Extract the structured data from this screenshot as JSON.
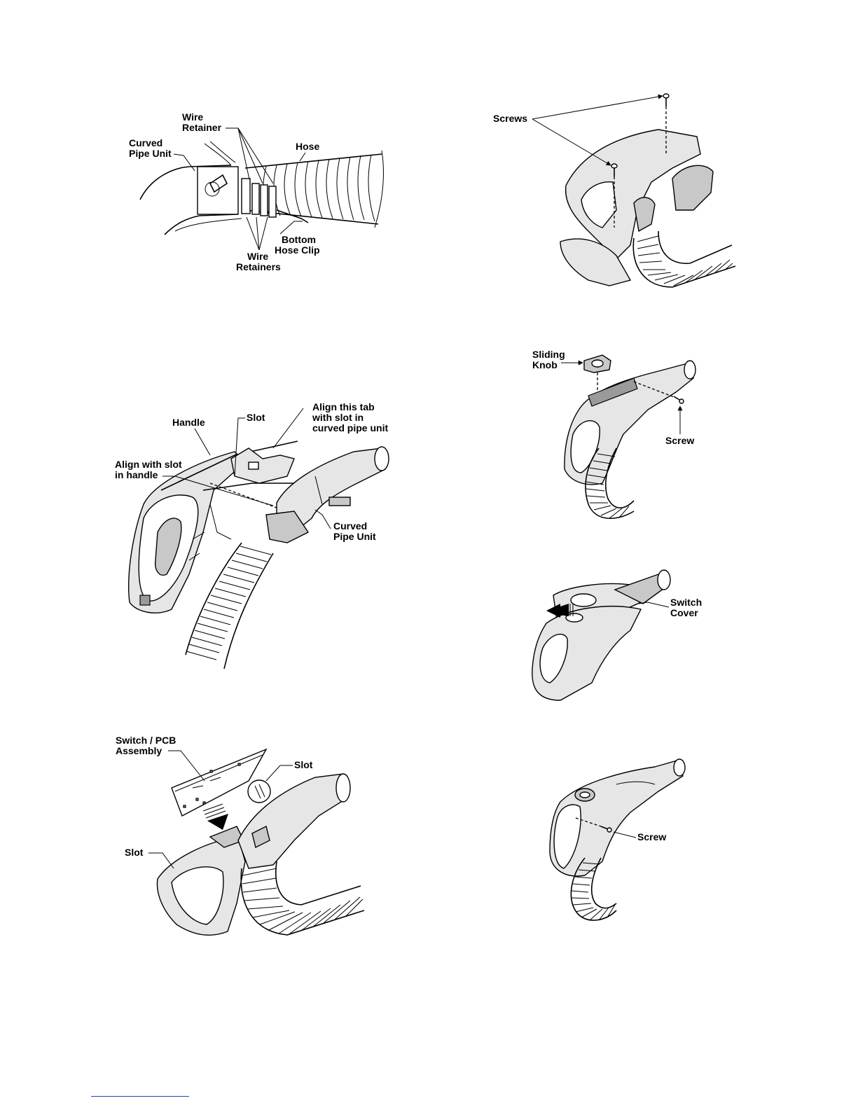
{
  "figures": {
    "fig1": {
      "wire_retainer": [
        "Wire",
        "Retainer"
      ],
      "curved_pipe_unit": [
        "Curved",
        "Pipe Unit"
      ],
      "hose": "Hose",
      "bottom_hose_clip": [
        "Bottom",
        "Hose Clip"
      ],
      "wire_retainers": [
        "Wire",
        "Retainers"
      ]
    },
    "fig2": {
      "screws": "Screws"
    },
    "fig3": {
      "handle": "Handle",
      "slot": "Slot",
      "align_tab": [
        "Align this tab",
        "with slot in",
        "curved pipe unit"
      ],
      "align_slot": [
        "Align with slot",
        "in handle"
      ],
      "curved_pipe_unit": [
        "Curved",
        "Pipe Unit"
      ]
    },
    "fig4": {
      "sliding_knob": [
        "Sliding",
        "Knob"
      ],
      "screw": "Screw"
    },
    "fig5": {
      "switch_cover": [
        "Switch",
        "Cover"
      ]
    },
    "fig6": {
      "switch_pcb": [
        "Switch / PCB",
        "Assembly"
      ],
      "slot_top": "Slot",
      "slot_left": "Slot"
    },
    "fig7": {
      "screw": "Screw"
    }
  }
}
